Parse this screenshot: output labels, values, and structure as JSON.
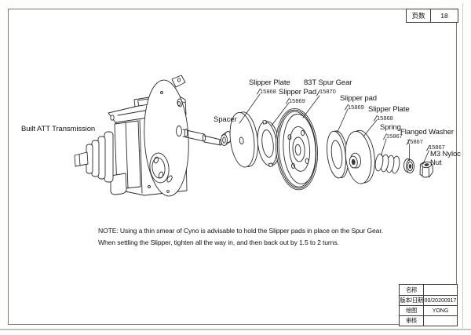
{
  "page": {
    "page_label": "页数",
    "page_number": "18",
    "info_table": {
      "rows": [
        {
          "label": "名称",
          "value": ""
        },
        {
          "label": "版本/日期",
          "value": "00/20200917"
        },
        {
          "label": "绘图",
          "value": "YONG"
        },
        {
          "label": "审核",
          "value": ""
        }
      ]
    }
  },
  "diagram": {
    "transmission_label": "Built ATT Transmission",
    "parts": {
      "spacer": {
        "label": "Spacer"
      },
      "slipper_plate_1": {
        "label": "Slipper Plate",
        "part_no": "15868"
      },
      "slipper_pad_1": {
        "label": "Slipper Pad",
        "part_no": "15869"
      },
      "spur_gear": {
        "label": "83T Spur Gear",
        "part_no": "15870"
      },
      "slipper_pad_2": {
        "label": "Slipper pad",
        "part_no": "15869"
      },
      "slipper_plate_2": {
        "label": "Slipper Plate",
        "part_no": "15868"
      },
      "spring": {
        "label": "Spring",
        "part_no": "15867"
      },
      "flanged_washer": {
        "label": "Flanged Washer",
        "part_no": "15867"
      },
      "nyloc_nut": {
        "label": "M3 Nyloc Nut",
        "part_no": "15867"
      }
    },
    "note": {
      "line1": "NOTE: Using a thin smear of Cyno is advisable to hold the Slipper pads in place on the Spur Gear.",
      "line2": "When settling the Slipper, tighten all the way in, and then back out by 1.5 to 2 turns."
    }
  }
}
